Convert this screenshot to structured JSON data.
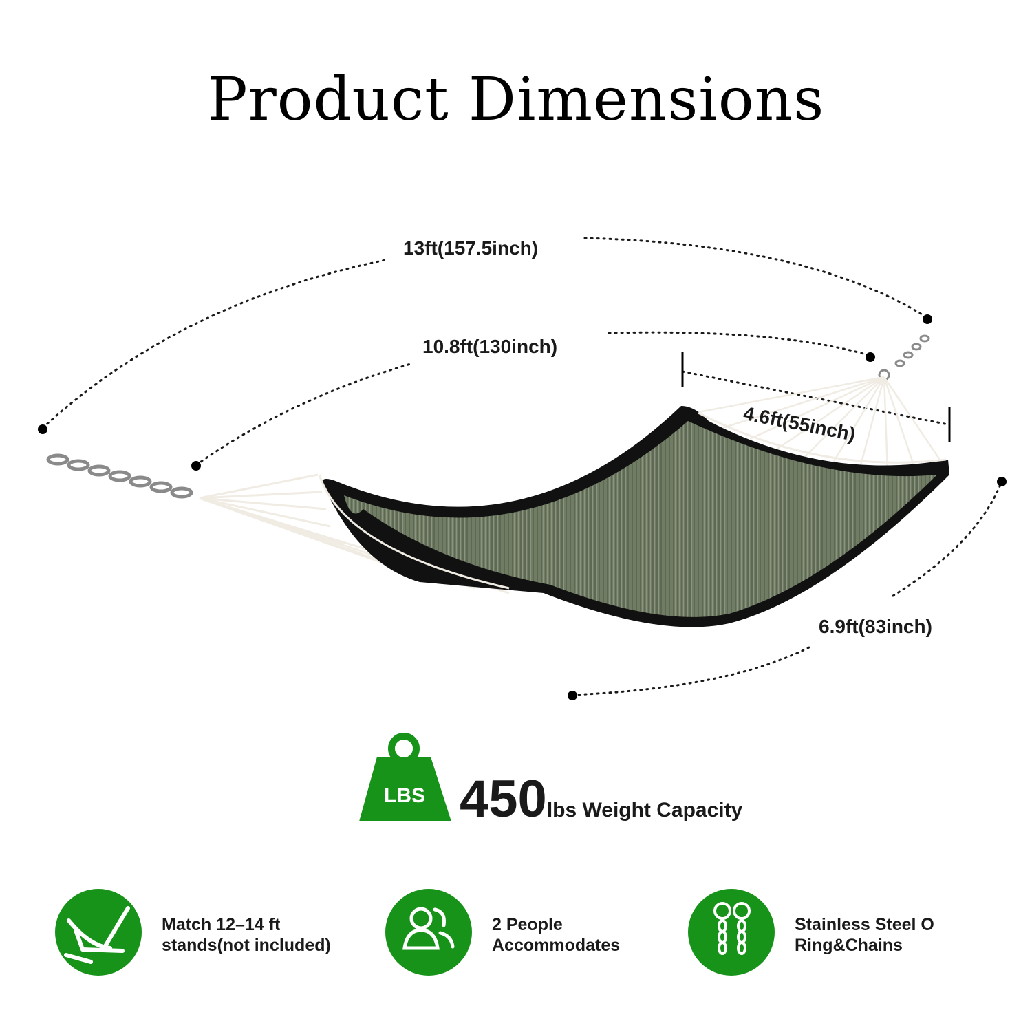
{
  "title": "Product Dimensions",
  "dimensions": {
    "overall_length": "13ft(157.5inch)",
    "bed_length": "10.8ft(130inch)",
    "spreader_width": "4.6ft(55inch)",
    "bed_width": "6.9ft(83inch)"
  },
  "capacity": {
    "badge": "LBS",
    "value": "450",
    "unit_text": "lbs Weight Capacity"
  },
  "features": [
    {
      "line1": "Match 12–14 ft",
      "line2": "stands(not included)"
    },
    {
      "line1": "2 People",
      "line2": "Accommodates"
    },
    {
      "line1": "Stainless Steel O",
      "line2": "Ring&Chains"
    }
  ],
  "colors": {
    "accent_green": "#17931a",
    "fabric_green": "#6e7a62",
    "trim_black": "#111111"
  }
}
